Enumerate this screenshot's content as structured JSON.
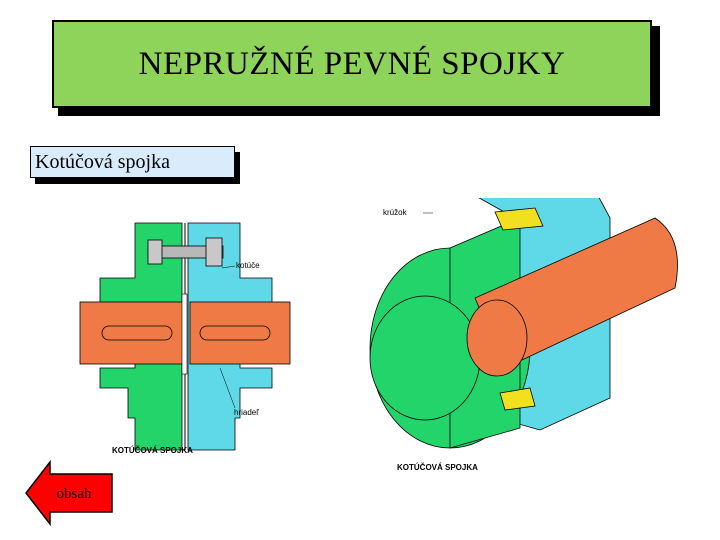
{
  "title": "NEPRUŽNÉ PEVNÉ SPOJKY",
  "subtitle": "Kotúčová spojka",
  "figure_left": {
    "labels": {
      "bolts": "kotúče",
      "shaft": "hriadeľ"
    },
    "caption": "KOTÚČOVÁ SPOJKA"
  },
  "figure_right": {
    "labels": {
      "ring": "krúžok"
    },
    "caption": "KOTÚČOVÁ SPOJKA"
  },
  "nav": {
    "back_label": "obsah"
  },
  "colors": {
    "title_bg": "#8fd45a",
    "subtitle_bg": "#d9ecfb",
    "button_red": "#ff0000",
    "flange_green": "#22d46a",
    "flange_cyan": "#5fd8e8",
    "shaft_orange": "#f07a45",
    "ring_yellow": "#f0e020"
  }
}
